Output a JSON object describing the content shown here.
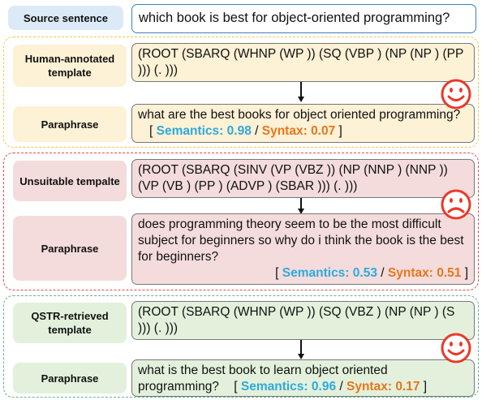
{
  "source": {
    "label": "Source sentence",
    "sentence": "which book is best for object-oriented programming?"
  },
  "panels": [
    {
      "template_label": "Human-annotated template",
      "template": "(ROOT (SBARQ (WHNP (WP )) (SQ (VBP ) (NP (NP ) (PP ))) (. )))",
      "paraphrase_label": "Paraphrase",
      "paraphrase": "what are the best books for object oriented programming?",
      "semantics_label": "Semantics:",
      "semantics_value": "0.98",
      "syntax_label": "Syntax:",
      "syntax_value": "0.07",
      "open_bracket": "[",
      "separator": "/",
      "close_bracket": "]",
      "face": "smile",
      "colors": {
        "frame": "#f5c842",
        "label_bg": "#fdf1d6",
        "content_bg": "#fdf1d6"
      }
    },
    {
      "template_label": "Unsuitable tempalte",
      "template": "(ROOT (SBARQ (SINV (VP (VBZ )) (NP (NNP ) (NNP )) (VP (VB ) (PP ) (ADVP ) (SBAR ))) (. )))",
      "paraphrase_label": "Paraphrase",
      "paraphrase": "does programming theory seem to be the most difficult subject for beginners so why do i think the book is the best for beginners?",
      "semantics_label": "Semantics:",
      "semantics_value": "0.53",
      "syntax_label": "Syntax:",
      "syntax_value": "0.51",
      "open_bracket": "[",
      "separator": "/",
      "close_bracket": "]",
      "face": "frown",
      "colors": {
        "frame": "#e84a4a",
        "label_bg": "#f4dcdc",
        "content_bg": "#f4dcdc"
      }
    },
    {
      "template_label": "QSTR-retrieved template",
      "template": "(ROOT (SBARQ (WHNP (WP )) (SQ (VBZ ) (NP (NP ) (S ))) (. )))",
      "paraphrase_label": "Paraphrase",
      "paraphrase": "what is the best book to learn object oriented programming?",
      "semantics_label": "Semantics:",
      "semantics_value": "0.96",
      "syntax_label": "Syntax:",
      "syntax_value": "0.17",
      "open_bracket": "[",
      "separator": "/",
      "close_bracket": "]",
      "face": "smile",
      "colors": {
        "frame": "#5fb88a",
        "label_bg": "#e3f1dc",
        "content_bg": "#e3f1dc"
      }
    }
  ],
  "colors": {
    "source_label_bg": "#dceaf7",
    "source_border": "#3a7fc0",
    "semantics": "#2eaadc",
    "syntax": "#e8761a",
    "face": "#e83a2a"
  }
}
